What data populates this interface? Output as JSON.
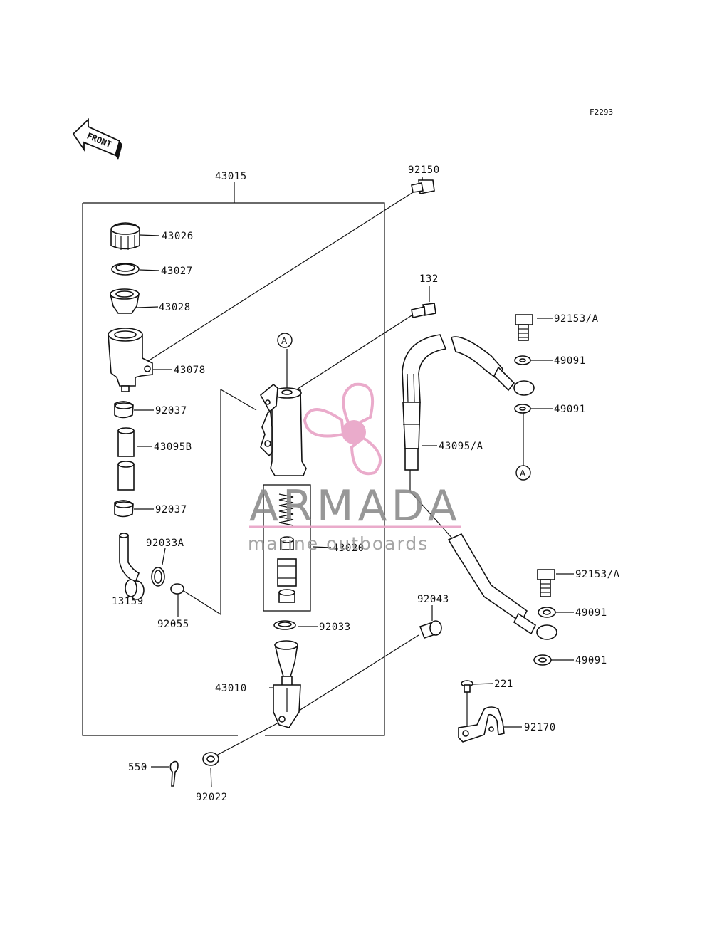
{
  "diagram_code": "F2293",
  "front_arrow_label": "FRONT",
  "ref_marker": "A",
  "parts": {
    "p43015": "43015",
    "p92150": "92150",
    "p43026": "43026",
    "p43027": "43027",
    "p43028": "43028",
    "p43078": "43078",
    "p132": "132",
    "p92153a_top": "92153/A",
    "p49091_1": "49091",
    "p49091_2": "49091",
    "p92037_1": "92037",
    "p43095b": "43095B",
    "p43095a": "43095/A",
    "p92037_2": "92037",
    "p92033a": "92033A",
    "p43020": "43020",
    "p13159": "13159",
    "p92055": "92055",
    "p92153a_bot": "92153/A",
    "p49091_3": "49091",
    "p92043": "92043",
    "p92033": "92033",
    "p49091_4": "49091",
    "p43010": "43010",
    "p221": "221",
    "p92170": "92170",
    "p550": "550",
    "p92022": "92022"
  },
  "watermark": {
    "brand": "ARMADA",
    "tagline": "marine outboards",
    "brand_color": "#e8a3c6"
  }
}
